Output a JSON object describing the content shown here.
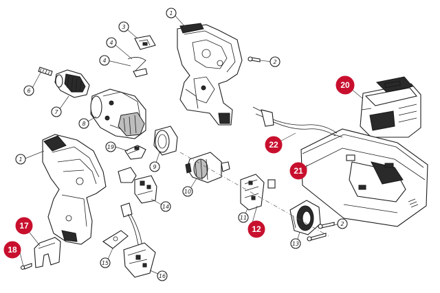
{
  "callouts": [
    {
      "id": "c1a",
      "label": "1",
      "highlight": false
    },
    {
      "id": "c1b",
      "label": "1",
      "highlight": false
    },
    {
      "id": "c2a",
      "label": "2",
      "highlight": false
    },
    {
      "id": "c2b",
      "label": "2",
      "highlight": false
    },
    {
      "id": "c3",
      "label": "3",
      "highlight": false
    },
    {
      "id": "c4",
      "label": "4",
      "highlight": false
    },
    {
      "id": "c6",
      "label": "6",
      "highlight": false
    },
    {
      "id": "c7",
      "label": "7",
      "highlight": false
    },
    {
      "id": "c8",
      "label": "8",
      "highlight": false
    },
    {
      "id": "c9",
      "label": "9",
      "highlight": false
    },
    {
      "id": "c10",
      "label": "10",
      "highlight": false
    },
    {
      "id": "c11",
      "label": "11",
      "highlight": false
    },
    {
      "id": "c13",
      "label": "13",
      "highlight": false
    },
    {
      "id": "c14",
      "label": "14",
      "highlight": false
    },
    {
      "id": "c15",
      "label": "15",
      "highlight": false
    },
    {
      "id": "c16",
      "label": "16",
      "highlight": false
    },
    {
      "id": "c19",
      "label": "19",
      "highlight": false
    },
    {
      "id": "b12",
      "label": "12",
      "highlight": true
    },
    {
      "id": "b17",
      "label": "17",
      "highlight": true
    },
    {
      "id": "b18",
      "label": "18",
      "highlight": true
    },
    {
      "id": "b20",
      "label": "20",
      "highlight": true
    },
    {
      "id": "b21",
      "label": "21",
      "highlight": true
    },
    {
      "id": "b22",
      "label": "22",
      "highlight": true
    }
  ],
  "colors": {
    "highlight_badge": "#c8102e",
    "line": "#1a1a1a",
    "background": "#ffffff"
  }
}
